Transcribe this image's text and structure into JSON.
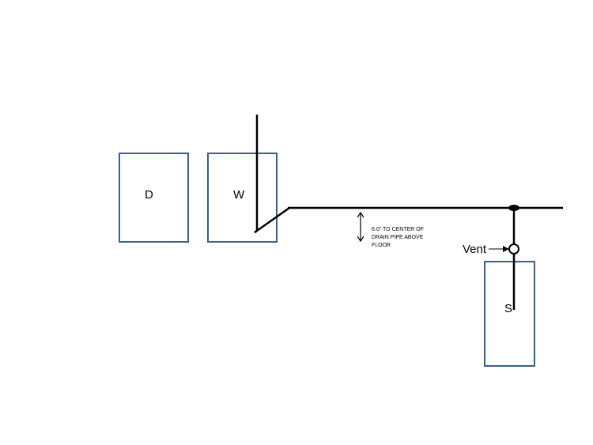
{
  "diagram": {
    "dryer_label": "D",
    "washer_label": "W",
    "sink_label": "S",
    "vent_label": "Vent",
    "height_note": "6.0\" TO CENTER OF DRAIN PIPE ABOVE FLOOR",
    "colors": {
      "box_border": "#3a5f8a",
      "pipe": "#000000"
    }
  }
}
